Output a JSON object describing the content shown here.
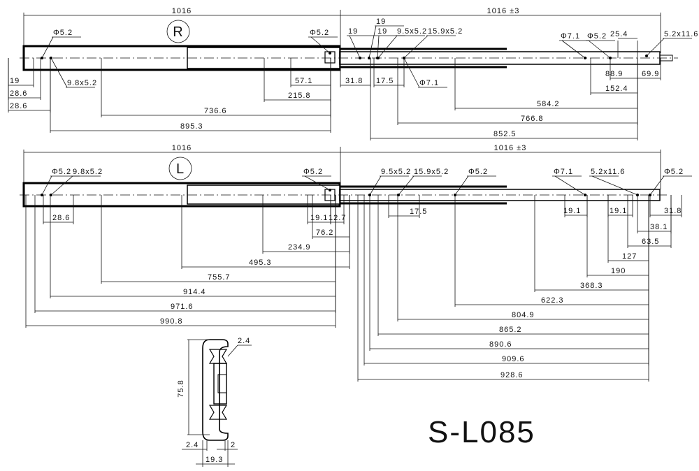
{
  "title": "S-L085",
  "right_view": {
    "badge": "R",
    "overall_left": "1016",
    "overall_right": "1016 ±3",
    "labels": {
      "hole_left": "Φ5.2",
      "slot_left": "9.8x5.2",
      "hole_mid": "Φ5.2",
      "d19a": "19",
      "d28_6a": "28.6",
      "d28_6b": "28.6",
      "d57_1": "57.1",
      "d215_8": "215.8",
      "d736_6": "736.6",
      "d895_3": "895.3",
      "d31_8": "31.8",
      "d17_5": "17.5",
      "hole_71_low": "Φ7.1",
      "d19_top": "19",
      "d19_b": "19",
      "d19_c": "19",
      "slot_95": "9.5x5.2",
      "slot_159": "15.9x5.2",
      "hole_71": "Φ7.1",
      "hole_52": "Φ5.2",
      "d25_4": "25.4",
      "slot_52x116": "5.2x11.6",
      "d88_9": "88.9",
      "d69_9": "69.9",
      "d152_4": "152.4",
      "d584_2": "584.2",
      "d766_8": "766.8",
      "d852_5": "852.5"
    }
  },
  "left_view": {
    "badge": "L",
    "overall_left": "1016",
    "overall_right": "1016 ±3",
    "labels": {
      "hole_left": "Φ5.2",
      "slot_left": "9.8x5.2",
      "hole_mid": "Φ5.2",
      "slot_95": "9.5x5.2",
      "slot_159": "15.9x5.2",
      "hole_52b": "Φ5.2",
      "hole_71": "Φ7.1",
      "slot_52x116": "5.2x11.6",
      "hole_end": "Φ5.2",
      "d28_6": "28.6",
      "d19_1a": "19.1",
      "d12_7": "12.7",
      "d76_2": "76.2",
      "d234_9": "234.9",
      "d495_3": "495.3",
      "d755_7": "755.7",
      "d914_4": "914.4",
      "d971_6": "971.6",
      "d990_8": "990.8",
      "d17_5": "17.5",
      "d19_1b": "19.1",
      "d19_1c": "19.1",
      "d31_8": "31.8",
      "d38_1": "38.1",
      "d63_5": "63.5",
      "d127": "127",
      "d190": "190",
      "d368_3": "368.3",
      "d622_3": "622.3",
      "d804_9": "804.9",
      "d865_2": "865.2",
      "d890_6": "890.6",
      "d909_6": "909.6",
      "d928_6": "928.6"
    }
  },
  "profile": {
    "thickness": "2.4",
    "height": "75.8",
    "left_gap": "2.4",
    "right_gap": "2",
    "width": "19.3"
  }
}
